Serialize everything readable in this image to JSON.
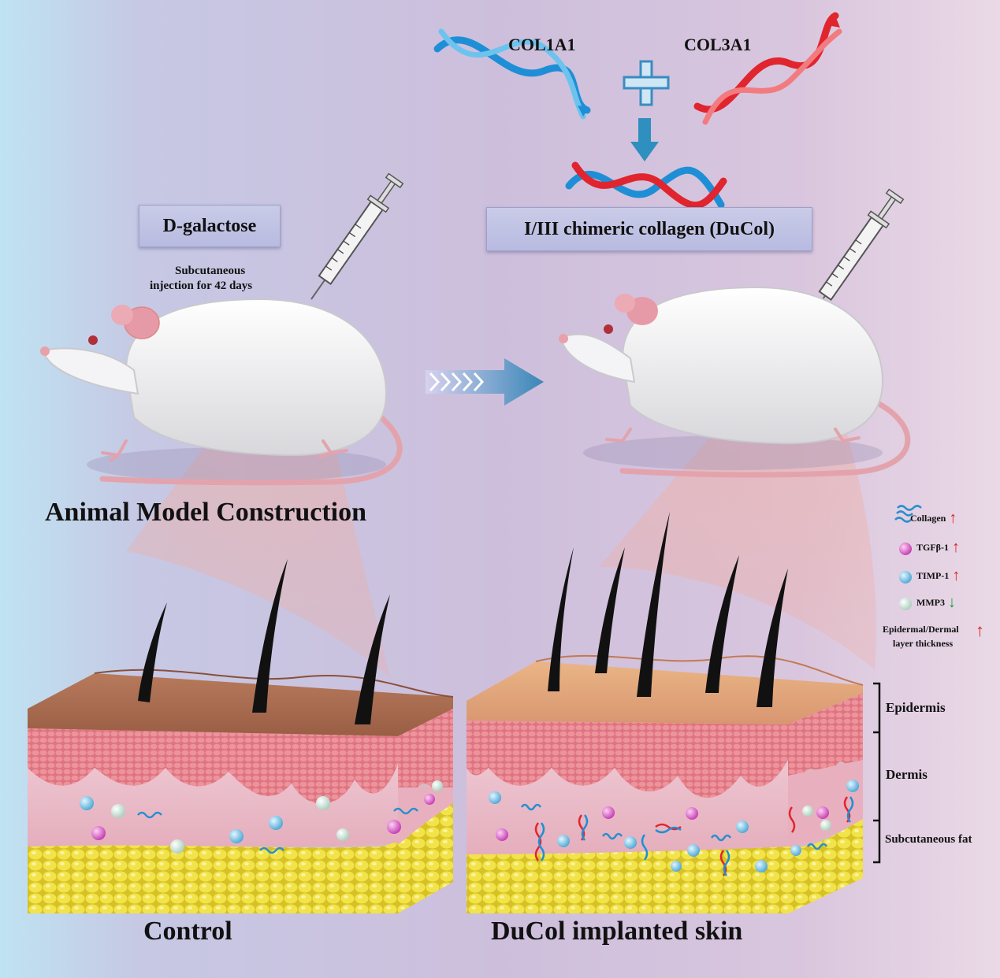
{
  "genes": {
    "gene1": "COL1A1",
    "gene2": "COL3A1"
  },
  "left_panel": {
    "callout": "D-galactose",
    "injection_line1": "Subcutaneous",
    "injection_line2": "injection for 42 days",
    "heading": "Animal Model Construction",
    "caption": "Control"
  },
  "right_panel": {
    "callout": "I/III chimeric collagen (DuCol)",
    "caption": "DuCol implanted skin"
  },
  "legend": [
    {
      "label": "Collagen",
      "trend": "up",
      "icon": "collagen-coil-icon"
    },
    {
      "label": "TGFβ-1",
      "trend": "up",
      "icon": "magenta-sphere-icon"
    },
    {
      "label": "TIMP-1",
      "trend": "up",
      "icon": "blue-sphere-icon"
    },
    {
      "label": "MMP3",
      "trend": "down",
      "icon": "pale-sphere-icon"
    }
  ],
  "thickness_label_line1": "Epidermal/Dermal",
  "thickness_label_line2": "layer thickness",
  "layers": {
    "epidermis": "Epidermis",
    "dermis": "Dermis",
    "fat": "Subcutaneous fat"
  },
  "colors": {
    "blue_strand": "#1e8fd6",
    "red_strand": "#e0252e",
    "up_arrow": "#e02020",
    "down_arrow": "#1f9a3a",
    "fat": "#e9dc3a",
    "dermis": "#e9b8c4",
    "epidermis": "#e07a83",
    "skin_top_control": "#a86a50",
    "skin_top_ducol": "#e0a478"
  }
}
